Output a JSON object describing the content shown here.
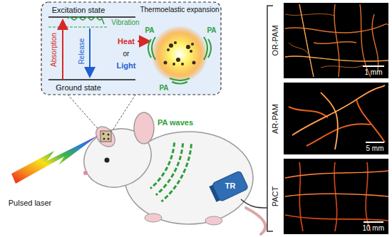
{
  "diagram": {
    "nodes": [
      {
        "text": [
          "OR-PAM",
          "1 mm"
        ]
      },
      {
        "text": [
          "AR-PAM",
          "5 mm"
        ]
      },
      {
        "text": [
          "PACT",
          "10 mm"
        ]
      }
    ],
    "labels": [
      "Excitation state",
      "Vibration",
      "Thermoelastic expansion",
      "PA",
      "PA",
      "PA",
      "Absorption",
      "Release",
      "Heat",
      "or",
      "Light",
      "Ground state",
      "Pulsed laser",
      "PA waves",
      "TR"
    ]
  }
}
